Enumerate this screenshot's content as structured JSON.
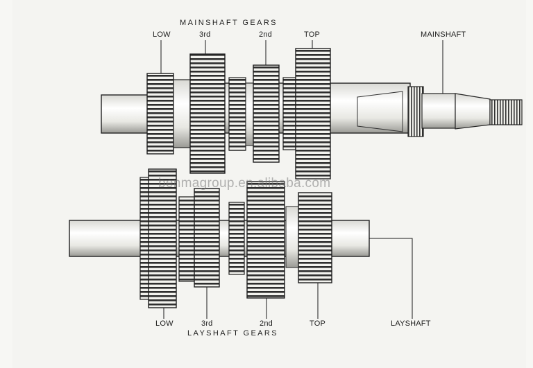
{
  "mainshaft_gears": {
    "title": "MAINSHAFT GEARS",
    "low": "LOW",
    "third": "3rd",
    "second": "2nd",
    "top": "TOP"
  },
  "mainshaft_label": "MAINSHAFT",
  "layshaft_gears": {
    "title": "LAYSHAFT GEARS",
    "low": "LOW",
    "third": "3rd",
    "second": "2nd",
    "top": "TOP"
  },
  "layshaft_label": "LAYSHAFT",
  "watermark": "benmagroup.en.alibaba.com"
}
